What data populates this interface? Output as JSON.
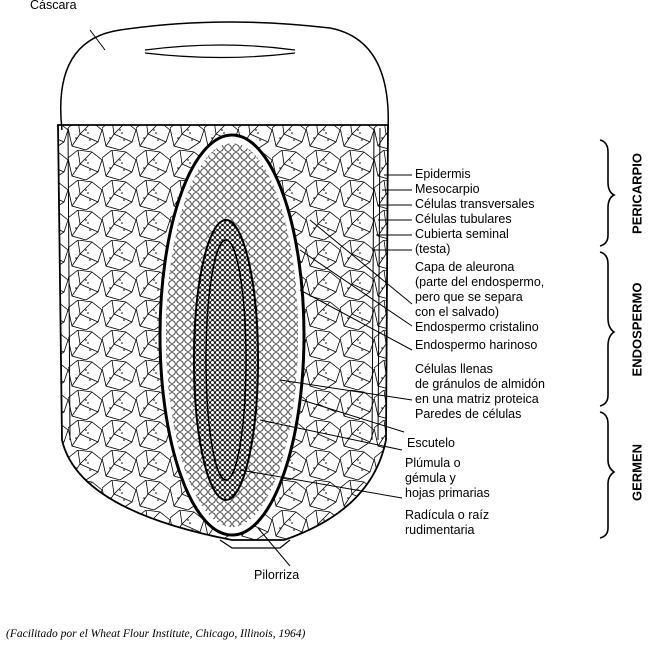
{
  "labels": {
    "cascara": "Cáscara",
    "pilorriza": "Pilorriza",
    "epidermis": "Epidermis",
    "mesocarpio": "Mesocarpio",
    "cel_transversales": "Células transversales",
    "cel_tubulares": "Células tubulares",
    "cubierta1": "Cubierta seminal",
    "cubierta2": "(testa)",
    "aleurona1": "Capa de aleurona",
    "aleurona2": "(parte del endospermo,",
    "aleurona3": "pero que se separa",
    "aleurona4": "con el salvado)",
    "endo_cristalino": "Endospermo cristalino",
    "endo_harinoso": "Endospermo harinoso",
    "llenas1": "Células llenas",
    "llenas2": "de gránulos de almidón",
    "llenas3": "en una matriz proteica",
    "paredes": "Paredes de células",
    "escutelo": "Escutelo",
    "plumula1": "Plúmula o",
    "plumula2": "gémula y",
    "plumula3": "hojas primarias",
    "radicula1": "Radícula o raíz",
    "radicula2": "rudimentaria"
  },
  "groups": {
    "pericarpio": "PERICARPIO",
    "endospermo": "ENDOSPERMO",
    "germen": "GERMEN"
  },
  "caption": "(Facilitado por el Wheat Flour Institute, Chicago, Illinois, 1964)"
}
